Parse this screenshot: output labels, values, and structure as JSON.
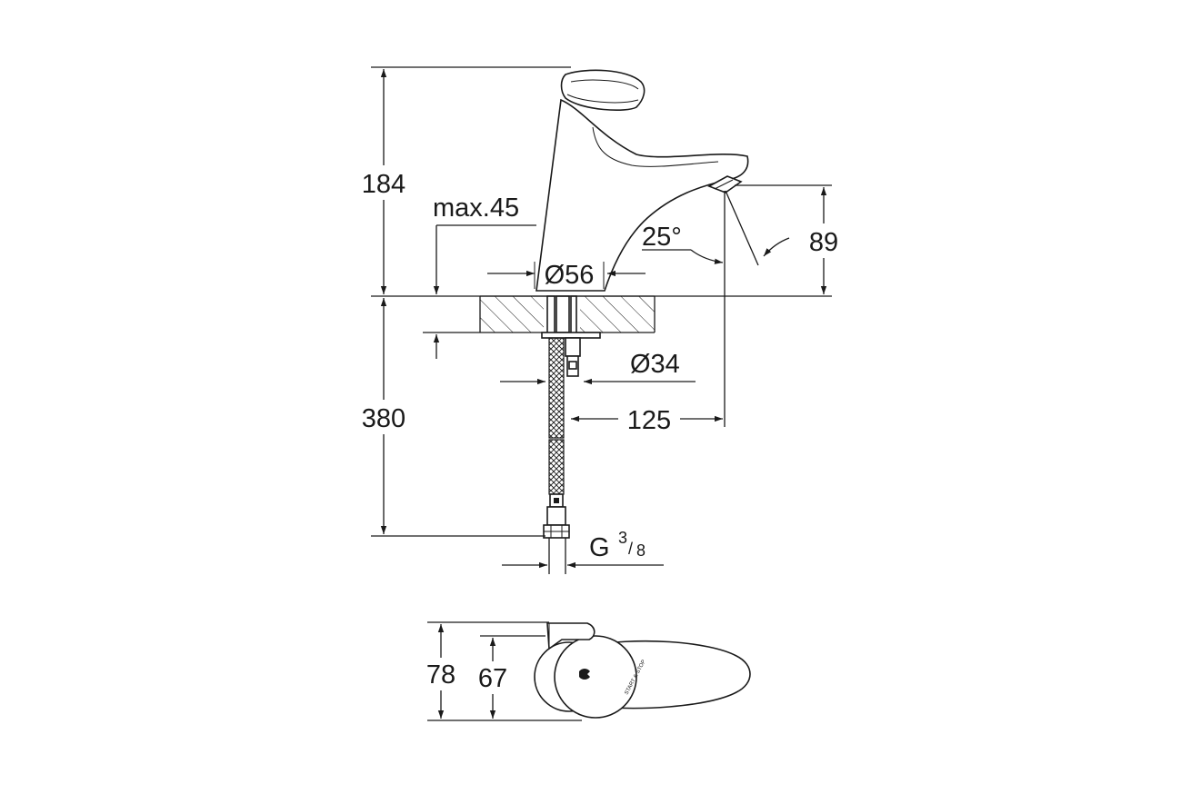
{
  "dimensions": {
    "total_height": "184",
    "max_deck": "max.45",
    "spout_angle": "25°",
    "spout_height": "89",
    "base_diameter": "Ø56",
    "shank_diameter": "Ø34",
    "hose_length": "380",
    "projection": "125",
    "connection_main": "G",
    "connection_num": "3",
    "connection_slash": "/",
    "connection_den": "8",
    "top_depth_outer": "78",
    "top_depth_inner": "67"
  },
  "button_text": "START & STOP"
}
